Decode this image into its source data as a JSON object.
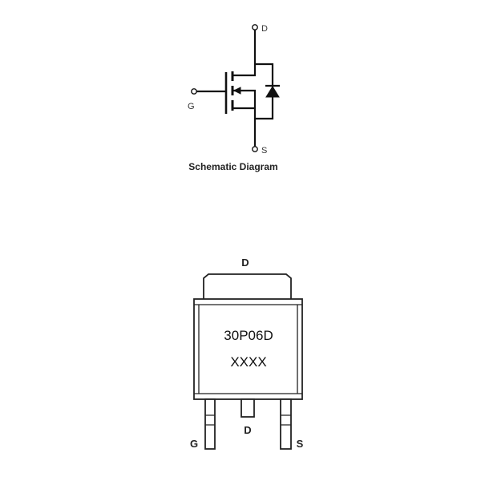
{
  "schematic": {
    "pin_drain": "D",
    "pin_gate": "G",
    "pin_source": "S",
    "caption": "Schematic Diagram"
  },
  "package": {
    "tab_label": "D",
    "marking_line1": "30P06D",
    "marking_line2": "XXXX",
    "lead_gate": "G",
    "lead_drain": "D",
    "lead_source": "S"
  }
}
